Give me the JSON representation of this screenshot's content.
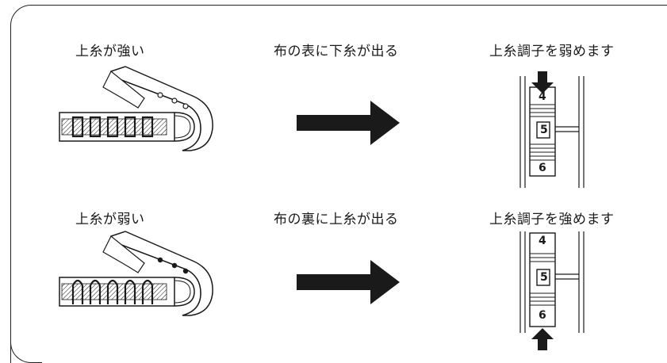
{
  "rows": [
    {
      "condition": "上糸が強い",
      "result": "布の表に下糸が出る",
      "action": "上糸調子を弱めます",
      "dial_numbers": [
        "4",
        "5",
        "6"
      ]
    },
    {
      "condition": "上糸が弱い",
      "result": "布の裏に上糸が出る",
      "action": "上糸調子を強めます",
      "dial_numbers": [
        "4",
        "5",
        "6"
      ]
    }
  ],
  "colors": {
    "ink": "#1a1a1a",
    "background": "#ffffff"
  }
}
